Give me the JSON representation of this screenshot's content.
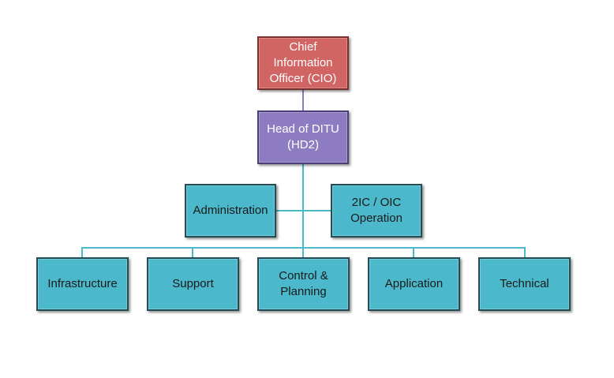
{
  "chart": {
    "nodes": {
      "cio": "Chief\nInformation\nOfficer (CIO)",
      "hd2": "Head of DITU\n(HD2)",
      "administration": "Administration",
      "operation": "2IC / OIC\nOperation",
      "infrastructure": "Infrastructure",
      "support": "Support",
      "control": "Control &\nPlanning",
      "application": "Application",
      "technical": "Technical"
    }
  },
  "colors": {
    "cio": "#d16563",
    "hd2": "#8e7cc3",
    "unit": "#4bb8cb",
    "connector_cio_hd2": "#8e7cc3",
    "connector": "#4bb8cb"
  }
}
